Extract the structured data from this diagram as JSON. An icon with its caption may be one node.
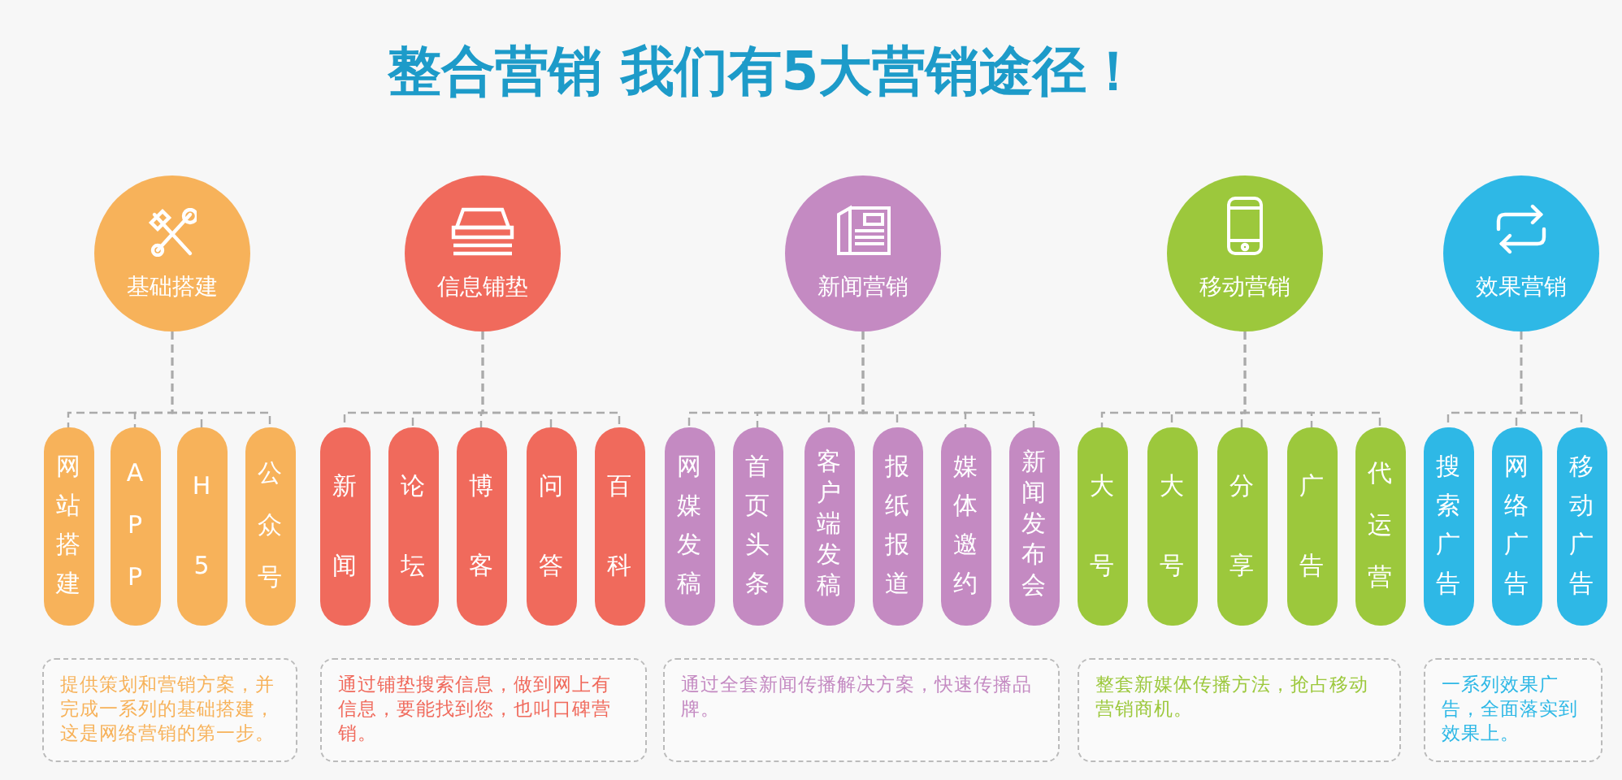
{
  "diagram": {
    "title": "整合营销 我们有5大营销途径！",
    "nodes": [
      {
        "text": [
          "基础搭建"
        ]
      },
      {
        "text": [
          "信息铺垫"
        ]
      },
      {
        "text": [
          "新闻营销"
        ]
      },
      {
        "text": [
          "移动营销"
        ]
      },
      {
        "text": [
          "效果营销"
        ]
      },
      {
        "text": [
          "网站搭建"
        ]
      },
      {
        "text": [
          "APP"
        ]
      },
      {
        "text": [
          "H5"
        ]
      },
      {
        "text": [
          "公众号"
        ]
      },
      {
        "text": [
          "新闻"
        ]
      },
      {
        "text": [
          "论坛"
        ]
      },
      {
        "text": [
          "博客"
        ]
      },
      {
        "text": [
          "问答"
        ]
      },
      {
        "text": [
          "百科"
        ]
      },
      {
        "text": [
          "网媒发稿"
        ]
      },
      {
        "text": [
          "首页头条"
        ]
      },
      {
        "text": [
          "客户端发稿"
        ]
      },
      {
        "text": [
          "报纸报道"
        ]
      },
      {
        "text": [
          "媒体邀约"
        ]
      },
      {
        "text": [
          "新闻发布会"
        ]
      },
      {
        "text": [
          "大号"
        ]
      },
      {
        "text": [
          "大号"
        ]
      },
      {
        "text": [
          "分享"
        ]
      },
      {
        "text": [
          "广告"
        ]
      },
      {
        "text": [
          "代运营"
        ]
      },
      {
        "text": [
          "搜索广告"
        ]
      },
      {
        "text": [
          "网络广告"
        ]
      },
      {
        "text": [
          "移动广告"
        ]
      },
      {
        "text": [
          "提供策划和营销方案，并完成一系列的基础搭建，这是网络营销的第一步。"
        ]
      },
      {
        "text": [
          "通过铺垫搜索信息，做到网上有信息，要能找到您，也叫口碑营销。"
        ]
      },
      {
        "text": [
          "通过全套新闻传播解决方案，快速传播品牌。"
        ]
      },
      {
        "text": [
          "整套新媒体传播方法，抢占移动营销商机。"
        ]
      },
      {
        "text": [
          "一系列效果广告，全面落实到效果上。"
        ]
      }
    ],
    "edges": [
      {
        "from": 0,
        "to": 5,
        "arrow": "none"
      },
      {
        "from": 0,
        "to": 6,
        "arrow": "none"
      },
      {
        "from": 0,
        "to": 7,
        "arrow": "none"
      },
      {
        "from": 0,
        "to": 8,
        "arrow": "none"
      },
      {
        "from": 1,
        "to": 9,
        "arrow": "none"
      },
      {
        "from": 1,
        "to": 10,
        "arrow": "none"
      },
      {
        "from": 1,
        "to": 11,
        "arrow": "none"
      },
      {
        "from": 1,
        "to": 12,
        "arrow": "none"
      },
      {
        "from": 1,
        "to": 13,
        "arrow": "none"
      },
      {
        "from": 2,
        "to": 14,
        "arrow": "none"
      },
      {
        "from": 2,
        "to": 15,
        "arrow": "none"
      },
      {
        "from": 2,
        "to": 16,
        "arrow": "none"
      },
      {
        "from": 2,
        "to": 17,
        "arrow": "none"
      },
      {
        "from": 2,
        "to": 18,
        "arrow": "none"
      },
      {
        "from": 2,
        "to": 19,
        "arrow": "none"
      },
      {
        "from": 3,
        "to": 20,
        "arrow": "none"
      },
      {
        "from": 3,
        "to": 21,
        "arrow": "none"
      },
      {
        "from": 3,
        "to": 22,
        "arrow": "none"
      },
      {
        "from": 3,
        "to": 23,
        "arrow": "none"
      },
      {
        "from": 3,
        "to": 24,
        "arrow": "none"
      },
      {
        "from": 4,
        "to": 25,
        "arrow": "none"
      },
      {
        "from": 4,
        "to": 26,
        "arrow": "none"
      },
      {
        "from": 4,
        "to": 27,
        "arrow": "none"
      }
    ]
  }
}
